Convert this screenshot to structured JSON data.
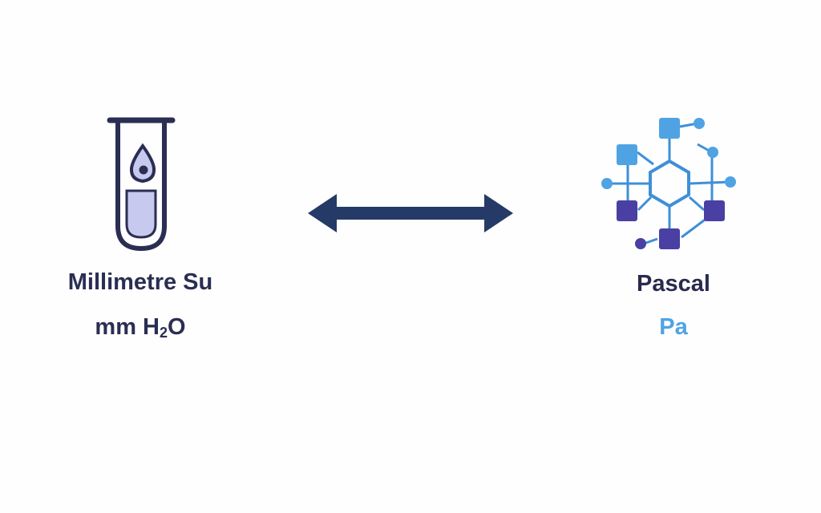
{
  "left_unit": {
    "name": "Millimetre Su",
    "symbol_prefix": "mm H",
    "symbol_subscript": "2",
    "symbol_suffix": "O",
    "icon": "test-tube-icon"
  },
  "right_unit": {
    "name": "Pascal",
    "symbol": "Pa",
    "icon": "molecule-network-icon"
  },
  "connector": {
    "icon": "double-arrow-icon"
  },
  "colors": {
    "dark_navy": "#2a2e52",
    "arrow_navy": "#253a66",
    "lavender_fill": "#c7c9ee",
    "indigo": "#4a3fa3",
    "sky_blue": "#4fa3e3"
  }
}
